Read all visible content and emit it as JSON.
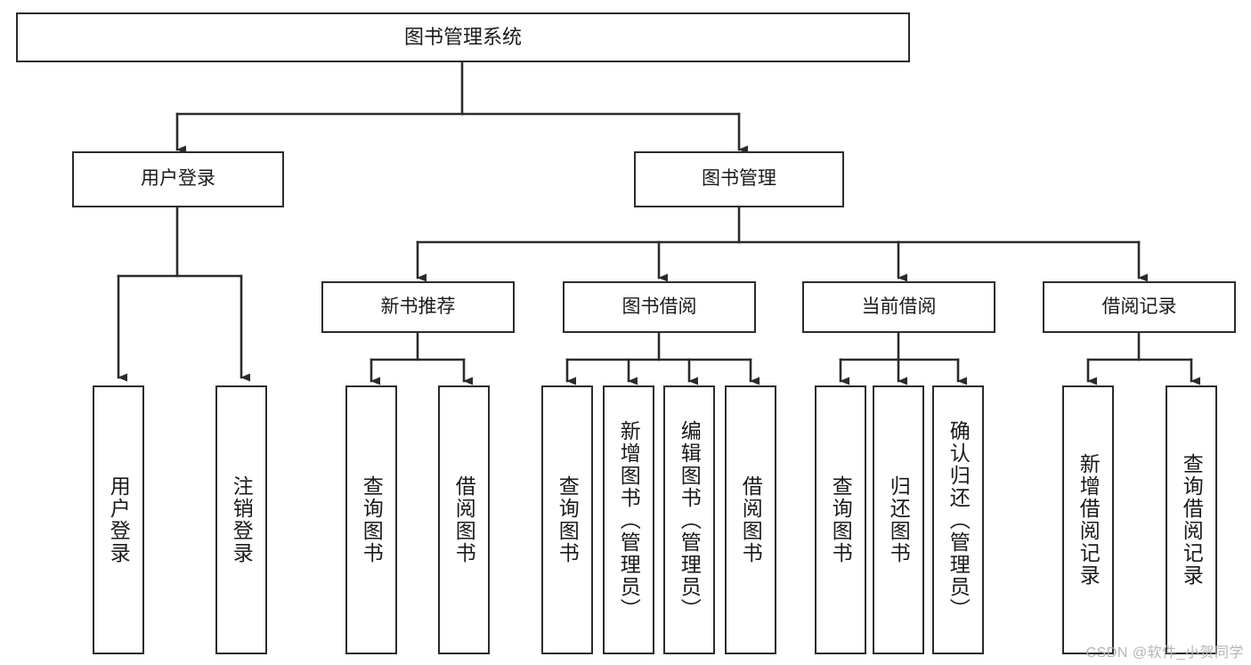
{
  "diagram": {
    "type": "tree-hierarchy",
    "title": "图书管理系统",
    "watermark": "CSDN @软件_小贺同学",
    "colors": {
      "stroke": "#2b2b2b",
      "fill": "#ffffff",
      "text": "#1a1a1a",
      "watermark": "#b4b4b4",
      "background": "#ffffff"
    },
    "levels": {
      "root": {
        "label": "图书管理系统"
      },
      "level2": [
        {
          "id": "user-login",
          "label": "用户登录"
        },
        {
          "id": "book-management",
          "label": "图书管理"
        }
      ],
      "level3": [
        {
          "id": "new-book-recommend",
          "label": "新书推荐",
          "parent": "book-management"
        },
        {
          "id": "book-borrow",
          "label": "图书借阅",
          "parent": "book-management"
        },
        {
          "id": "current-borrow",
          "label": "当前借阅",
          "parent": "book-management"
        },
        {
          "id": "borrow-record",
          "label": "借阅记录",
          "parent": "book-management"
        }
      ],
      "leaves": [
        {
          "id": "leaf-user-login",
          "label": "用户登录",
          "parent": "user-login"
        },
        {
          "id": "leaf-logout-login",
          "label": "注销登录",
          "parent": "user-login"
        },
        {
          "id": "leaf-query-book-1",
          "label": "查询图书",
          "parent": "new-book-recommend"
        },
        {
          "id": "leaf-borrow-book-1",
          "label": "借阅图书",
          "parent": "new-book-recommend"
        },
        {
          "id": "leaf-query-book-2",
          "label": "查询图书",
          "parent": "book-borrow"
        },
        {
          "id": "leaf-add-book",
          "label": "新增图书（管理员）",
          "parent": "book-borrow"
        },
        {
          "id": "leaf-edit-book",
          "label": "编辑图书（管理员）",
          "parent": "book-borrow"
        },
        {
          "id": "leaf-borrow-book-2",
          "label": "借阅图书",
          "parent": "book-borrow"
        },
        {
          "id": "leaf-query-book-3",
          "label": "查询图书",
          "parent": "current-borrow"
        },
        {
          "id": "leaf-return-book",
          "label": "归还图书",
          "parent": "current-borrow"
        },
        {
          "id": "leaf-confirm-return",
          "label": "确认归还（管理员）",
          "parent": "current-borrow"
        },
        {
          "id": "leaf-add-record",
          "label": "新增借阅记录",
          "parent": "borrow-record"
        },
        {
          "id": "leaf-query-record",
          "label": "查询借阅记录",
          "parent": "borrow-record"
        }
      ]
    }
  }
}
